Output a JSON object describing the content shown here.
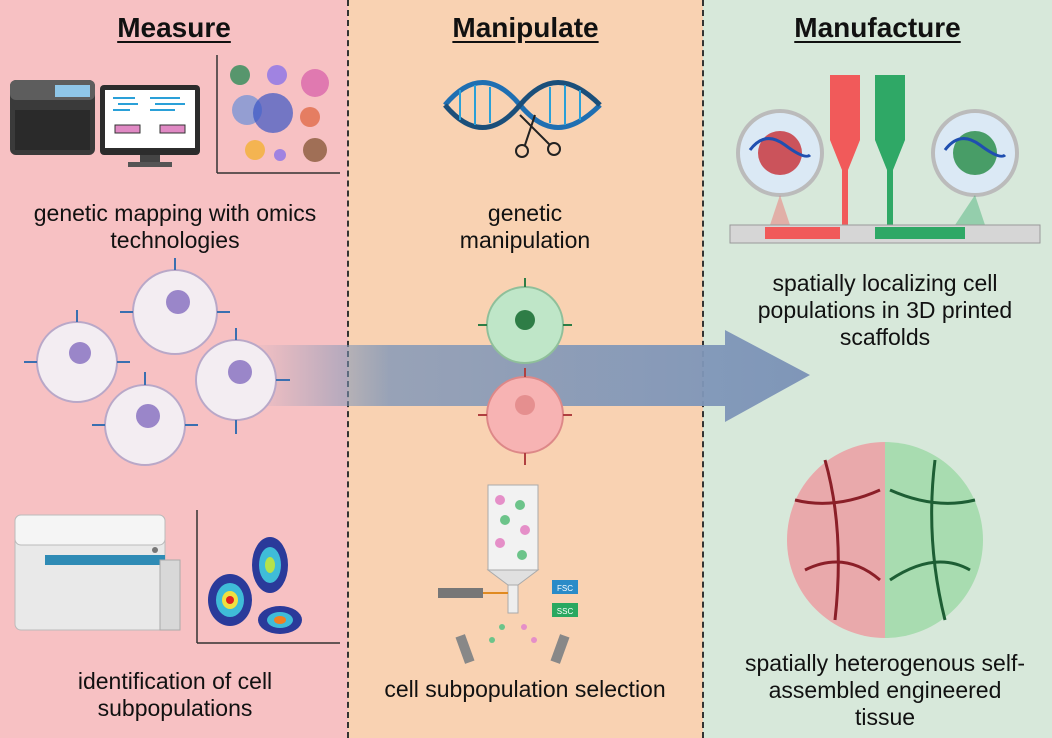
{
  "columns": [
    {
      "title": "Measure",
      "captions": [
        "genetic mapping with omics technologies",
        "identification of cell subpopulations"
      ]
    },
    {
      "title": "Manipulate",
      "captions": [
        "genetic manipulation",
        "cell subpopulation selection"
      ]
    },
    {
      "title": "Manufacture",
      "captions": [
        "spatially localizing cell populations in 3D printed scaffolds",
        "spatially heterogenous self-assembled engineered tissue"
      ]
    }
  ],
  "sorter_labels": {
    "fsc": "FSC",
    "ssc": "SSC"
  },
  "colors": {
    "measure_bg": "#f7c1c3",
    "manipulate_bg": "#f9d2b2",
    "manufacture_bg": "#d7e8da",
    "arrow": "#7f96b8",
    "red_cell": "#d9534f",
    "green_cell": "#3aa36b"
  }
}
